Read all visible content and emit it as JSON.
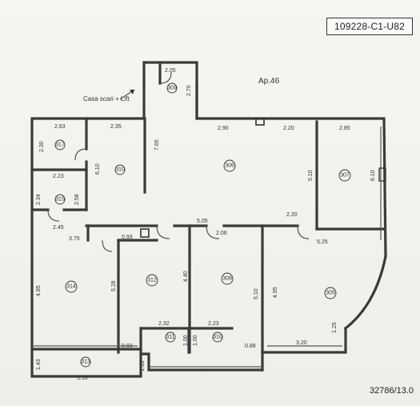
{
  "plan": {
    "code": "109228-C1-U82",
    "apartment": "Ap.46",
    "stair_label": "Casa scari + Lift",
    "footer_code": "32786/13.0"
  },
  "rooms": [
    {
      "id": "r309",
      "number": "309"
    },
    {
      "id": "r306",
      "number": "306"
    },
    {
      "id": "r307",
      "number": "307"
    },
    {
      "id": "r317",
      "number": "317"
    },
    {
      "id": "r310",
      "number": "310"
    },
    {
      "id": "r315",
      "number": "315"
    },
    {
      "id": "r314",
      "number": "314"
    },
    {
      "id": "r312",
      "number": "312"
    },
    {
      "id": "r308",
      "number": "308"
    },
    {
      "id": "r305",
      "number": "305"
    },
    {
      "id": "r311",
      "number": "311"
    },
    {
      "id": "r310b",
      "number": "310"
    },
    {
      "id": "r313",
      "number": "313"
    }
  ],
  "dimensions": {
    "d_205": "2.05",
    "d_270": "2.70",
    "d_263": "2.63",
    "d_235": "2.35",
    "d_290": "2.90",
    "d_220a": "2.20",
    "d_285": "2.85",
    "d_230": "2.30",
    "d_765": "7.65",
    "d_610a": "6.10",
    "d_510a": "5.10",
    "d_610b": "6.10",
    "d_223": "2.23",
    "d_234": "2.34",
    "d_258": "2.58",
    "d_505": "5.05",
    "d_220b": "2.20",
    "d_245": "2.45",
    "d_375": "3.75",
    "d_093a": "0.93",
    "d_206": "2.06",
    "d_525": "5.25",
    "d_485": "4.85",
    "d_528": "5.28",
    "d_440": "4.40",
    "d_510b": "5.10",
    "d_495": "4.95",
    "d_232": "2.32",
    "d_223b": "2.23",
    "d_125": "1.25",
    "d_093b": "0.93",
    "d_100a": "1.00",
    "d_100b": "1.00",
    "d_088": "0.88",
    "d_320": "3.20",
    "d_143": "1.43",
    "d_510c": "5.10",
    "d_110": "1.10"
  }
}
